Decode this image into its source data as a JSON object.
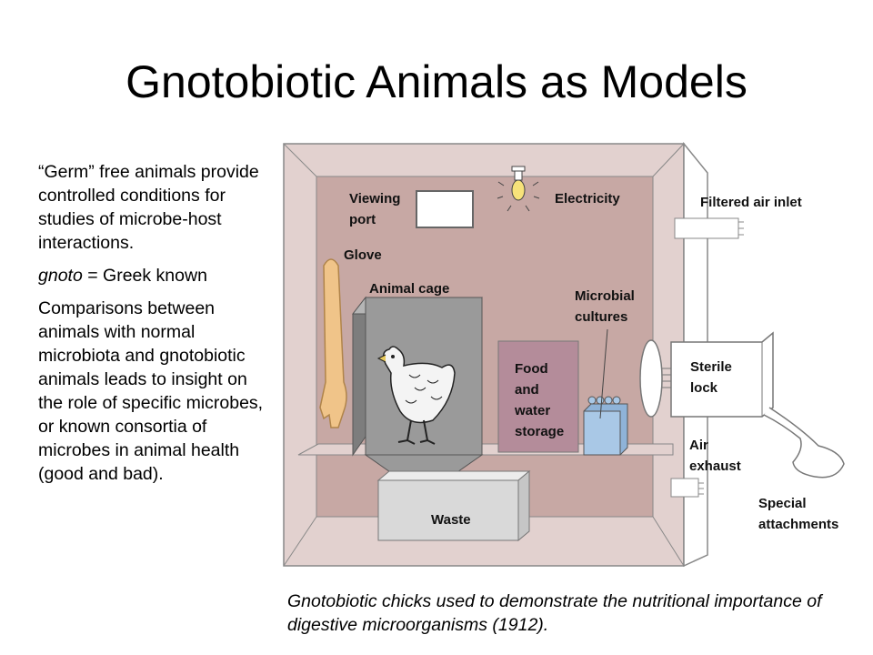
{
  "slide": {
    "title": "Gnotobiotic Animals as Models",
    "paragraph1": "“Germ” free animals provide controlled conditions for studies of microbe-host interactions.",
    "paragraph2_term": "gnoto",
    "paragraph2_rest": " = Greek known",
    "paragraph3": "Comparisons between animals with normal microbiota and gnotobiotic animals leads to insight on the role of specific microbes, or known consortia of microbes in animal health (good and bad).",
    "caption": "Gnotobiotic chicks used to demonstrate the nutritional importance of digestive microorganisms (1912)."
  },
  "diagram": {
    "labels": {
      "viewing_port_1": "Viewing",
      "viewing_port_2": "port",
      "electricity": "Electricity",
      "filtered_air_inlet": "Filtered air inlet",
      "glove": "Glove",
      "animal_cage": "Animal cage",
      "microbial_cultures_1": "Microbial",
      "microbial_cultures_2": "cultures",
      "food_1": "Food",
      "food_2": "and",
      "food_3": "water",
      "food_4": "storage",
      "sterile_lock_1": "Sterile",
      "sterile_lock_2": "lock",
      "air_exhaust_1": "Air",
      "air_exhaust_2": "exhaust",
      "waste": "Waste",
      "special_attachments_1": "Special",
      "special_attachments_2": "attachments"
    },
    "colors": {
      "chamber_wall": "#c7a8a4",
      "frame": "#e2d1cf",
      "cage": "#9a9a9a",
      "food_box": "#b48c9a",
      "cultures": "#a9c8e6",
      "waste": "#d9d9d9",
      "glove": "#f0c489"
    }
  }
}
